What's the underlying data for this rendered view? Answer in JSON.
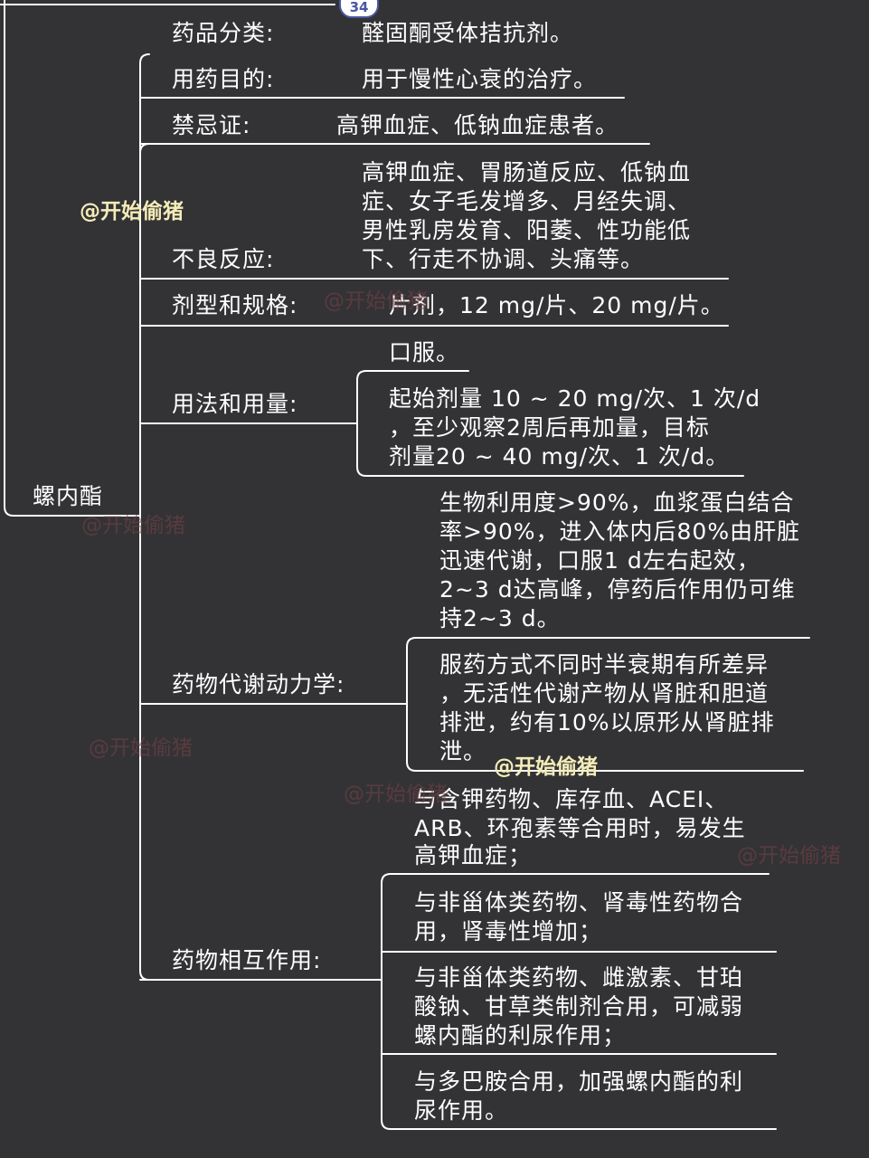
{
  "page_badge": "34",
  "root": {
    "label": "螺内酯"
  },
  "watermarks": [
    "@开始偷猪",
    "@开始偷猪",
    "@开始偷猪",
    "@开始偷猪",
    "@开始偷猪",
    "@开始偷猪",
    "@开始偷猪"
  ],
  "branches": [
    {
      "label": "药品分类:",
      "values": [
        [
          "醛固酮受体拮抗剂。"
        ]
      ]
    },
    {
      "label": "用药目的:",
      "values": [
        [
          "用于慢性心衰的治疗。"
        ]
      ]
    },
    {
      "label": "禁忌证:",
      "values": [
        [
          "高钾血症、低钠血症患者。"
        ]
      ]
    },
    {
      "label": "不良反应:",
      "values": [
        [
          "高钾血症、胃肠道反应、低钠血",
          "症、女子毛发增多、月经失调、",
          "男性乳房发育、阳萎、性功能低",
          "下、行走不协调、头痛等。"
        ]
      ]
    },
    {
      "label": "剂型和规格:",
      "values": [
        [
          "片剂，12 mg/片、20 mg/片。"
        ]
      ]
    },
    {
      "label": "用法和用量:",
      "values": [
        [
          "口服。"
        ],
        [
          "起始剂量 10 ~ 20 mg/次、1 次/d",
          "，至少观察2周后再加量，目标",
          "剂量20 ~ 40 mg/次、1 次/d。"
        ]
      ]
    },
    {
      "label": "药物代谢动力学:",
      "values": [
        [
          "生物利用度>90%，血浆蛋白结合",
          "率>90%，进入体内后80%由肝脏",
          "迅速代谢，口服1 d左右起效，",
          "2~3 d达高峰，停药后作用仍可维",
          "持2~3 d。"
        ],
        [
          "服药方式不同时半衰期有所差异",
          "，无活性代谢产物从肾脏和胆道",
          "排泄，约有10%以原形从肾脏排",
          "泄。"
        ]
      ]
    },
    {
      "label": "药物相互作用:",
      "values": [
        [
          "与含钾药物、库存血、ACEI、",
          "ARB、环孢素等合用时，易发生",
          "高钾血症；"
        ],
        [
          "与非甾体类药物、肾毒性药物合",
          "用，肾毒性增加；"
        ],
        [
          "与非甾体类药物、雌激素、甘珀",
          "酸钠、甘草类制剂合用，可减弱",
          "螺内酯的利尿作用；"
        ],
        [
          "与多巴胺合用，加强螺内酯的利",
          "尿作用。"
        ]
      ]
    }
  ]
}
